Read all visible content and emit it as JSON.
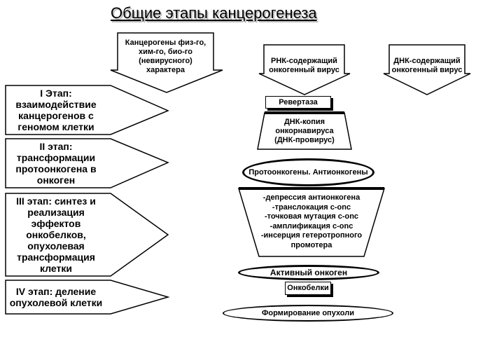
{
  "title": "Общие этапы канцерогенеза",
  "stages": [
    "I Этап: взаимодействие канцерогенов с геномом клетки",
    "II этап: трансформации протоонкогена в онкоген",
    "III этап: синтез и реализация эффектов онкобелков, опухолевая трансформация клетки",
    "IV этап: деление опухолевой клетки"
  ],
  "sources": {
    "carcinogens": "Канцерогены физ-го, хим-го, био-го (невирусного) характера",
    "rna_virus": "РНК-содержащий онкогенный вирус",
    "dna_virus": "ДНК-содержащий онкогенный вирус"
  },
  "revertase": "Ревертаза",
  "dna_copy": "ДНК-копия онкорнавируса (ДНК-провирус)",
  "protooncogenes": "Протоонкогены. Антионкогены",
  "mechanisms": [
    "-депрессия антионкогена",
    "-транслокация c-onc",
    "-точковая мутация c-onc",
    "-амплификация c-onc",
    "-инсерция гетеротропного промотера"
  ],
  "active_oncogene": "Активный онкоген",
  "oncoproteins": "Онкобелки",
  "tumor_formation": "Формирование опухоли"
}
